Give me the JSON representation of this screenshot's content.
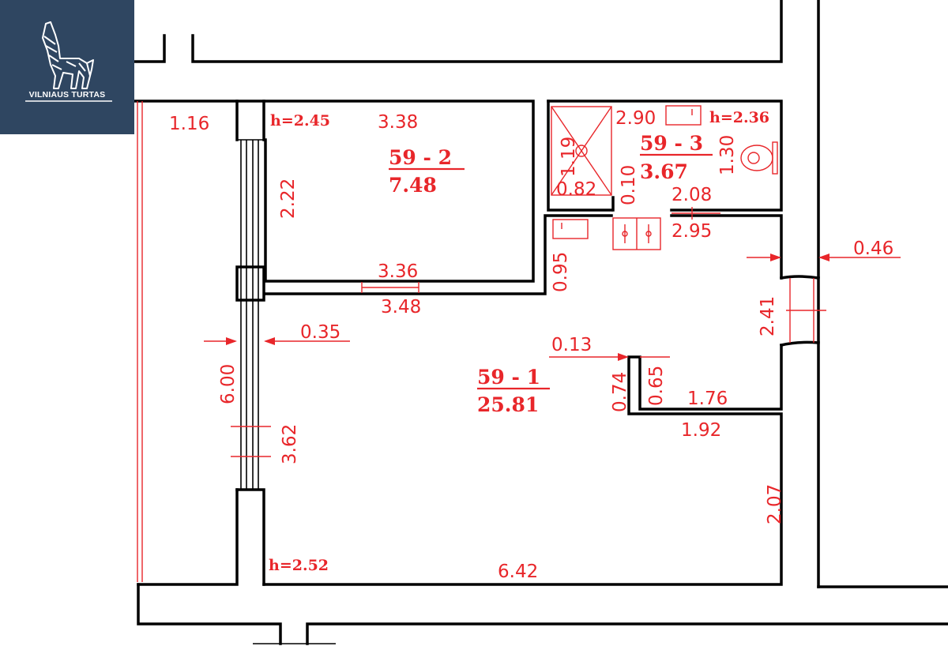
{
  "brand": {
    "name": "VILNIAUS TURTAS",
    "panel_color": "#2f4661"
  },
  "colors": {
    "annotation": "#e8262a",
    "walls": "#000000"
  },
  "rooms": [
    {
      "id": "59 - 1",
      "area": "25.81",
      "height": "h=2.52"
    },
    {
      "id": "59 - 2",
      "area": "7.48",
      "height": "h=2.45"
    },
    {
      "id": "59 - 3",
      "area": "3.67",
      "height": "h=2.36"
    }
  ],
  "dimensions": {
    "balcony_width": "1.16",
    "window_span": "6.00",
    "window_depth": "0.35",
    "r2_top": "3.38",
    "r2_left": "2.22",
    "r2_bottom_door": "3.36",
    "r2_bottom_outer": "3.48",
    "r3_top": "2.90",
    "r3_right": "1.30",
    "r3_shower_h": "1.19",
    "r3_shower_w": "0.82",
    "r3_wall": "0.10",
    "r3_bottom": "2.08",
    "hall_top": "2.95",
    "hall_left": "0.95",
    "right_wall": "0.46",
    "entry_door": "2.41",
    "step_w": "0.13",
    "step_h1": "0.74",
    "step_h2": "0.65",
    "step_top": "1.76",
    "step_bottom": "1.92",
    "left_lower": "3.62",
    "right_lower": "2.07",
    "bottom": "6.42"
  }
}
